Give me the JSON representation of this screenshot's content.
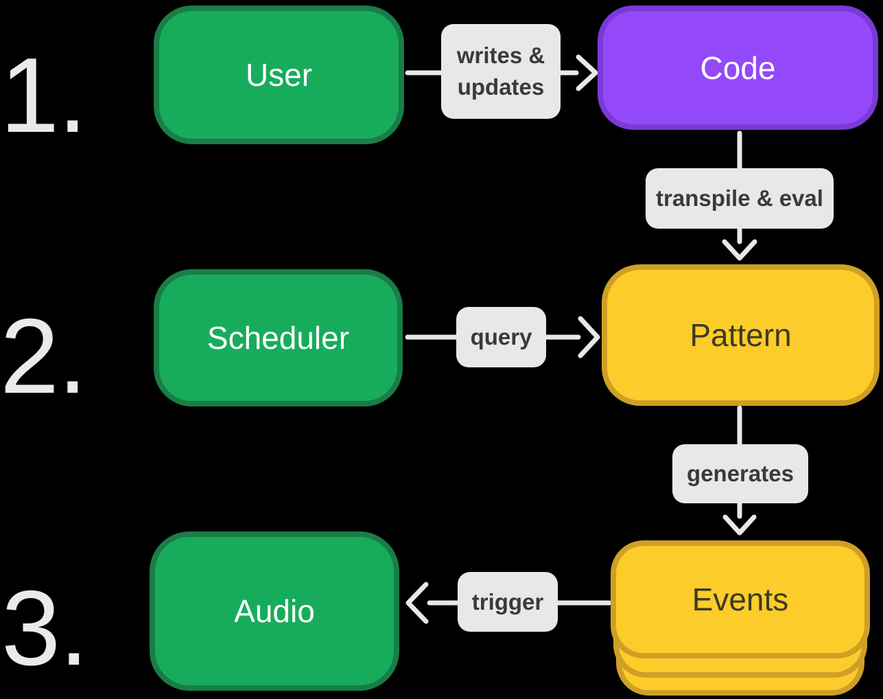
{
  "background": "#000000",
  "steps": [
    {
      "number": "1."
    },
    {
      "number": "2."
    },
    {
      "number": "3."
    }
  ],
  "nodes": {
    "user": {
      "label": "User",
      "fill": "#17AC5C",
      "border": "#1A7D46",
      "text_color": "#FFFFFF"
    },
    "code": {
      "label": "Code",
      "fill": "#9449FA",
      "border": "#7A3AD7",
      "text_color": "#FFFFFF"
    },
    "scheduler": {
      "label": "Scheduler",
      "fill": "#17AC5C",
      "border": "#1A7D46",
      "text_color": "#FFFFFF"
    },
    "pattern": {
      "label": "Pattern",
      "fill": "#FCCC2A",
      "border": "#CEA026",
      "text_color": "#3E3A20"
    },
    "events": {
      "label": "Events",
      "fill": "#FCCC2A",
      "border": "#CEA026",
      "text_color": "#3E3A20",
      "stacked": true
    },
    "audio": {
      "label": "Audio",
      "fill": "#17AC5C",
      "border": "#1A7D46",
      "text_color": "#FFFFFF"
    }
  },
  "edges": [
    {
      "from": "User",
      "to": "Code",
      "label": "writes & updates",
      "direction": "right"
    },
    {
      "from": "Code",
      "to": "Pattern",
      "label": "transpile & eval",
      "direction": "down"
    },
    {
      "from": "Scheduler",
      "to": "Pattern",
      "label": "query",
      "direction": "right"
    },
    {
      "from": "Pattern",
      "to": "Events",
      "label": "generates",
      "direction": "down"
    },
    {
      "from": "Events",
      "to": "Audio",
      "label": "trigger",
      "direction": "left"
    }
  ],
  "style": {
    "arrow_color": "#E8E8E8",
    "label_bg": "#E8E8E8",
    "label_text_color": "#3A3A3A",
    "step_number_color": "#EAEAEA"
  }
}
